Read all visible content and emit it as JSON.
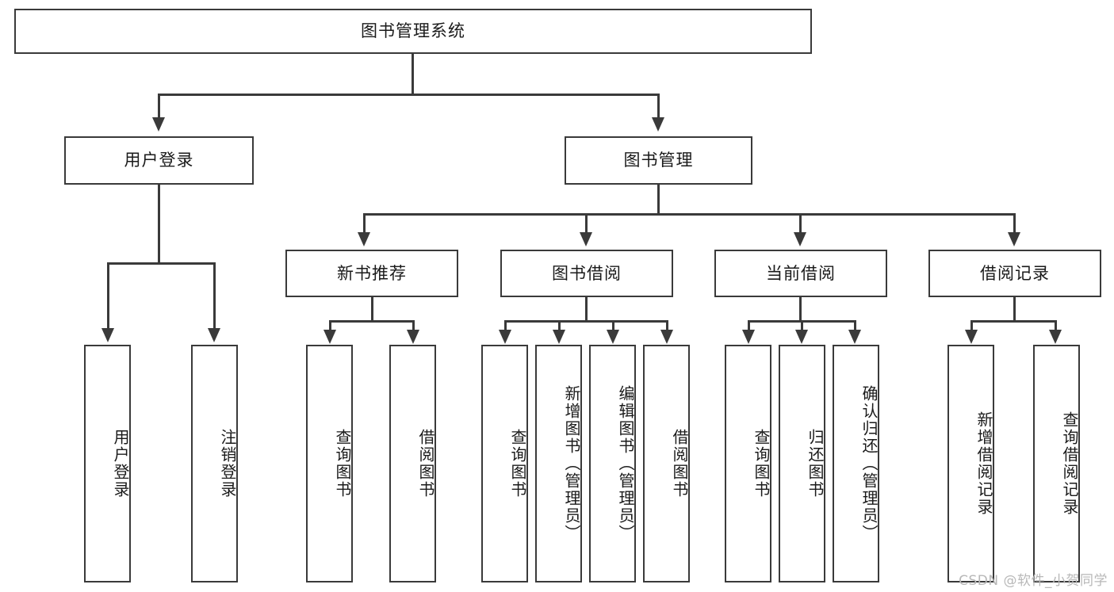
{
  "diagram": {
    "title": "图书管理系统",
    "watermark": "CSDN @软件_小贺同学",
    "accent_color": "#3a3a3a",
    "background_color": "#ffffff",
    "text_color": "#1a1a1a",
    "root": {
      "label": "图书管理系统"
    },
    "level2": [
      {
        "label": "用户登录"
      },
      {
        "label": "图书管理"
      }
    ],
    "level3": [
      {
        "label": "新书推荐"
      },
      {
        "label": "图书借阅"
      },
      {
        "label": "当前借阅"
      },
      {
        "label": "借阅记录"
      }
    ],
    "leaves": {
      "user_login": [
        {
          "label": "用户登录"
        },
        {
          "label": "注销登录"
        }
      ],
      "new_book": [
        {
          "label": "查询图书"
        },
        {
          "label": "借阅图书"
        }
      ],
      "book_borrow": [
        {
          "label": "查询图书"
        },
        {
          "label": "新增图书（管理员）"
        },
        {
          "label": "编辑图书（管理员）"
        },
        {
          "label": "借阅图书"
        }
      ],
      "current_borrow": [
        {
          "label": "查询图书"
        },
        {
          "label": "归还图书"
        },
        {
          "label": "确认归还（管理员）"
        }
      ],
      "borrow_record": [
        {
          "label": "新增借阅记录"
        },
        {
          "label": "查询借阅记录"
        }
      ]
    }
  }
}
